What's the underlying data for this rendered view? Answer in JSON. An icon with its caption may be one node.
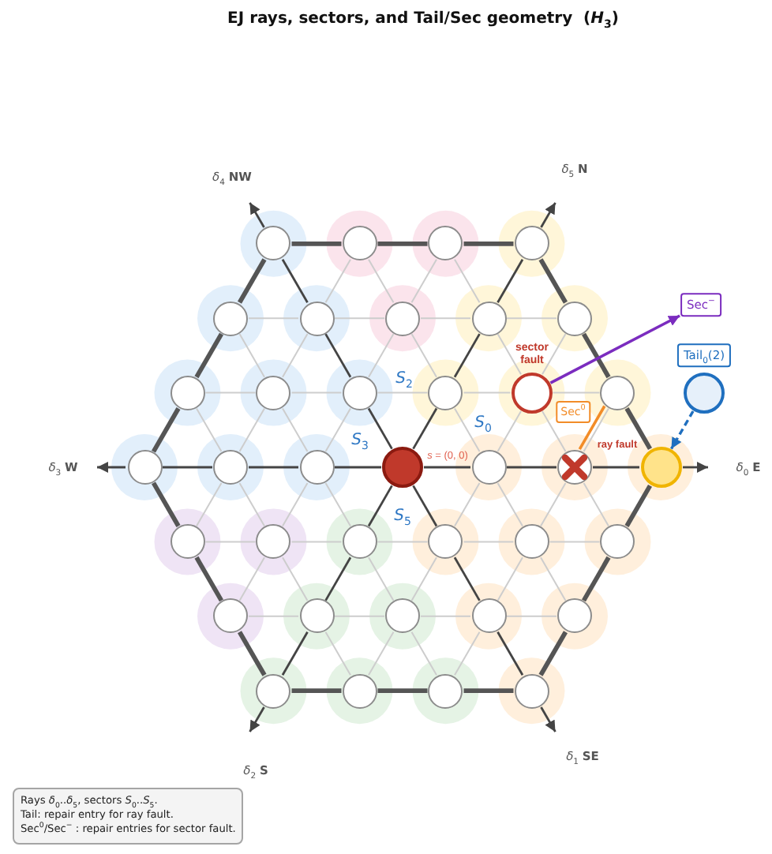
{
  "diagram": {
    "title": "EJ rays, sectors, and Tail/Sec geometry  (*H*$_{3}$)",
    "nodes": [
      {
        "text": [],
        "shape": "circle"
      },
      {
        "text": [],
        "shape": "circle"
      },
      {
        "text": [],
        "shape": "circle"
      },
      {
        "text": [],
        "shape": "circle"
      },
      {
        "text": [
          "Sec$^{−}$"
        ]
      },
      {
        "text": [],
        "shape": "circle"
      },
      {
        "text": [],
        "shape": "circle"
      },
      {
        "text": [],
        "shape": "circle"
      },
      {
        "text": [],
        "shape": "circle"
      },
      {
        "text": [],
        "shape": "circle"
      },
      {
        "text": [],
        "shape": "circle"
      },
      {
        "text": [],
        "shape": "circle"
      },
      {
        "text": [],
        "shape": "circle"
      },
      {
        "text": [],
        "shape": "circle"
      },
      {
        "text": [],
        "shape": "circle",
        "beside": [
          "sector fault"
        ]
      },
      {
        "text": [],
        "shape": "circle"
      },
      {
        "text": [],
        "shape": "circle",
        "beside": [
          "Tail$_{0}$(2)"
        ]
      },
      {
        "text": [],
        "shape": "circle"
      },
      {
        "text": [],
        "shape": "circle"
      },
      {
        "text": [],
        "shape": "circle"
      },
      {
        "text": [],
        "shape": "circle",
        "beside": [
          "*s* = (0, 0)"
        ]
      },
      {
        "text": [],
        "shape": "circle"
      },
      {
        "text": [],
        "shape": "circle",
        "beside": [
          "ray fault"
        ]
      },
      {
        "text": [],
        "shape": "circle"
      },
      {
        "text": [],
        "shape": "circle"
      },
      {
        "text": [],
        "shape": "circle"
      },
      {
        "text": [],
        "shape": "circle"
      },
      {
        "text": [],
        "shape": "circle"
      },
      {
        "text": [],
        "shape": "circle"
      },
      {
        "text": [],
        "shape": "circle"
      },
      {
        "text": [],
        "shape": "circle"
      },
      {
        "text": [],
        "shape": "circle"
      },
      {
        "text": [],
        "shape": "circle"
      },
      {
        "text": [],
        "shape": "circle"
      },
      {
        "text": [],
        "shape": "circle"
      },
      {
        "text": [],
        "shape": "circle"
      },
      {
        "text": [],
        "shape": "circle"
      },
      {
        "text": [],
        "shape": "circle"
      },
      {
        "text": [],
        "shape": "circle"
      },
      {
        "text": [
          "Rays *δ*$_{0}$..*δ*$_{5}$, sectors *S*$_{0}$..*S*$_{5}$.",
          "Tail: repair entry for ray fault.",
          "Sec$^{0}$/Sec$^{−}$ : repair entries for sector fault."
        ]
      }
    ],
    "edges": [
      {
        "from": 0,
        "to": 1,
        "arrow": "none",
        "style": "thick",
        "color": "#555555"
      },
      {
        "from": 0,
        "to": 5,
        "arrow": "none",
        "style": "thick",
        "color": "#555555"
      },
      {
        "from": 0,
        "to": 6,
        "arrow": "none",
        "color": "#444444"
      },
      {
        "from": 1,
        "to": 2,
        "arrow": "none",
        "style": "thick",
        "color": "#555555"
      },
      {
        "from": 1,
        "to": 6,
        "arrow": "none"
      },
      {
        "from": 1,
        "to": 7,
        "arrow": "none"
      },
      {
        "from": 2,
        "to": 3,
        "arrow": "none",
        "style": "thick",
        "color": "#555555"
      },
      {
        "from": 2,
        "to": 7,
        "arrow": "none"
      },
      {
        "from": 2,
        "to": 8,
        "arrow": "none"
      },
      {
        "from": 3,
        "to": 8,
        "arrow": "none",
        "color": "#444444"
      },
      {
        "from": 3,
        "to": 9,
        "arrow": "none",
        "style": "thick",
        "color": "#555555"
      },
      {
        "from": 5,
        "to": 6,
        "arrow": "none"
      },
      {
        "from": 5,
        "to": 10,
        "arrow": "none",
        "style": "thick",
        "color": "#555555"
      },
      {
        "from": 5,
        "to": 11,
        "arrow": "none"
      },
      {
        "from": 6,
        "to": 7,
        "arrow": "none"
      },
      {
        "from": 6,
        "to": 11,
        "arrow": "none"
      },
      {
        "from": 6,
        "to": 12,
        "arrow": "none",
        "color": "#444444"
      },
      {
        "from": 7,
        "to": 8,
        "arrow": "none"
      },
      {
        "from": 7,
        "to": 12,
        "arrow": "none"
      },
      {
        "from": 7,
        "to": 13,
        "arrow": "none"
      },
      {
        "from": 8,
        "to": 9,
        "arrow": "none"
      },
      {
        "from": 8,
        "to": 13,
        "arrow": "none",
        "color": "#444444"
      },
      {
        "from": 8,
        "to": 14,
        "arrow": "none"
      },
      {
        "from": 9,
        "to": 14,
        "arrow": "none"
      },
      {
        "from": 9,
        "to": 15,
        "arrow": "none",
        "style": "thick",
        "color": "#555555"
      },
      {
        "from": 10,
        "to": 11,
        "arrow": "none"
      },
      {
        "from": 10,
        "to": 17,
        "arrow": "none",
        "style": "thick",
        "color": "#555555"
      },
      {
        "from": 10,
        "to": 18,
        "arrow": "none"
      },
      {
        "from": 11,
        "to": 12,
        "arrow": "none"
      },
      {
        "from": 11,
        "to": 18,
        "arrow": "none"
      },
      {
        "from": 11,
        "to": 19,
        "arrow": "none"
      },
      {
        "from": 12,
        "to": 13,
        "arrow": "none"
      },
      {
        "from": 12,
        "to": 19,
        "arrow": "none"
      },
      {
        "from": 12,
        "to": 20,
        "arrow": "none",
        "color": "#444444"
      },
      {
        "from": 13,
        "to": 14,
        "arrow": "none"
      },
      {
        "from": 13,
        "to": 20,
        "arrow": "none",
        "color": "#444444"
      },
      {
        "from": 13,
        "to": 21,
        "arrow": "none"
      },
      {
        "from": 14,
        "to": 15,
        "arrow": "none"
      },
      {
        "from": 14,
        "to": 21,
        "arrow": "none"
      },
      {
        "from": 14,
        "to": 22,
        "arrow": "none"
      },
      {
        "from": 15,
        "to": 22,
        "arrow": "none"
      },
      {
        "from": 15,
        "to": 23,
        "arrow": "none",
        "style": "thick",
        "color": "#555555"
      },
      {
        "from": 17,
        "to": 18,
        "arrow": "none",
        "color": "#444444"
      },
      {
        "from": 17,
        "to": 24,
        "arrow": "none",
        "style": "thick",
        "color": "#555555"
      },
      {
        "from": 18,
        "to": 19,
        "arrow": "none",
        "color": "#444444"
      },
      {
        "from": 18,
        "to": 24,
        "arrow": "none"
      },
      {
        "from": 18,
        "to": 25,
        "arrow": "none"
      },
      {
        "from": 19,
        "to": 20,
        "arrow": "none",
        "color": "#444444"
      },
      {
        "from": 19,
        "to": 25,
        "arrow": "none"
      },
      {
        "from": 19,
        "to": 26,
        "arrow": "none"
      },
      {
        "from": 20,
        "to": 21,
        "arrow": "none",
        "color": "#444444"
      },
      {
        "from": 20,
        "to": 26,
        "arrow": "none",
        "color": "#444444"
      },
      {
        "from": 20,
        "to": 27,
        "arrow": "none",
        "color": "#444444"
      },
      {
        "from": 21,
        "to": 22,
        "arrow": "none",
        "color": "#444444"
      },
      {
        "from": 21,
        "to": 27,
        "arrow": "none"
      },
      {
        "from": 21,
        "to": 28,
        "arrow": "none"
      },
      {
        "from": 22,
        "to": 23,
        "arrow": "none",
        "color": "#444444"
      },
      {
        "from": 22,
        "to": 28,
        "arrow": "none"
      },
      {
        "from": 22,
        "to": 29,
        "arrow": "none"
      },
      {
        "from": 23,
        "to": 29,
        "arrow": "none",
        "style": "thick",
        "color": "#555555"
      },
      {
        "from": 24,
        "to": 25,
        "arrow": "none"
      },
      {
        "from": 24,
        "to": 30,
        "arrow": "none",
        "style": "thick",
        "color": "#555555"
      },
      {
        "from": 25,
        "to": 26,
        "arrow": "none"
      },
      {
        "from": 25,
        "to": 30,
        "arrow": "none"
      },
      {
        "from": 25,
        "to": 31,
        "arrow": "none"
      },
      {
        "from": 26,
        "to": 27,
        "arrow": "none"
      },
      {
        "from": 26,
        "to": 31,
        "arrow": "none",
        "color": "#444444"
      },
      {
        "from": 26,
        "to": 32,
        "arrow": "none"
      },
      {
        "from": 27,
        "to": 28,
        "arrow": "none"
      },
      {
        "from": 27,
        "to": 32,
        "arrow": "none"
      },
      {
        "from": 27,
        "to": 33,
        "arrow": "none",
        "color": "#444444"
      },
      {
        "from": 28,
        "to": 29,
        "arrow": "none"
      },
      {
        "from": 28,
        "to": 33,
        "arrow": "none"
      },
      {
        "from": 28,
        "to": 34,
        "arrow": "none"
      },
      {
        "from": 29,
        "to": 34,
        "arrow": "none",
        "style": "thick",
        "color": "#555555"
      },
      {
        "from": 30,
        "to": 31,
        "arrow": "none"
      },
      {
        "from": 30,
        "to": 35,
        "arrow": "none",
        "style": "thick",
        "color": "#555555"
      },
      {
        "from": 31,
        "to": 32,
        "arrow": "none"
      },
      {
        "from": 31,
        "to": 35,
        "arrow": "none",
        "color": "#444444"
      },
      {
        "from": 31,
        "to": 36,
        "arrow": "none"
      },
      {
        "from": 32,
        "to": 33,
        "arrow": "none"
      },
      {
        "from": 32,
        "to": 36,
        "arrow": "none"
      },
      {
        "from": 32,
        "to": 37,
        "arrow": "none"
      },
      {
        "from": 33,
        "to": 34,
        "arrow": "none"
      },
      {
        "from": 33,
        "to": 37,
        "arrow": "none"
      },
      {
        "from": 33,
        "to": 38,
        "arrow": "none",
        "color": "#444444"
      },
      {
        "from": 34,
        "to": 38,
        "arrow": "none",
        "style": "thick",
        "color": "#555555"
      },
      {
        "from": 35,
        "to": 36,
        "arrow": "none",
        "style": "thick",
        "color": "#555555"
      },
      {
        "from": 36,
        "to": 37,
        "arrow": "none",
        "style": "thick",
        "color": "#555555"
      },
      {
        "from": 37,
        "to": 38,
        "arrow": "none",
        "style": "thick",
        "color": "#555555"
      },
      {
        "from": 14,
        "to": 4,
        "arrow": "to",
        "color": "#7b2cbf"
      },
      {
        "from": 15,
        "to": 22,
        "arrow": "none",
        "label": "Sec$^{0}$",
        "color": "#f28c28"
      },
      {
        "from": 16,
        "to": 23,
        "arrow": "to",
        "style": "dashed",
        "color": "#1f6fbf"
      }
    ],
    "labels": [
      "*δ*$_{4}$ **NW**",
      "*δ*$_{5}$ **N**",
      "*S*$_{2}$",
      "*S*$_{3}$",
      "*S*$_{0}$",
      "*δ*$_{3}$ **W**",
      "*δ*$_{0}$ **E**",
      "*S*$_{5}$",
      "*δ*$_{2}$ **S**",
      "*δ*$_{1}$ **SE**"
    ]
  }
}
